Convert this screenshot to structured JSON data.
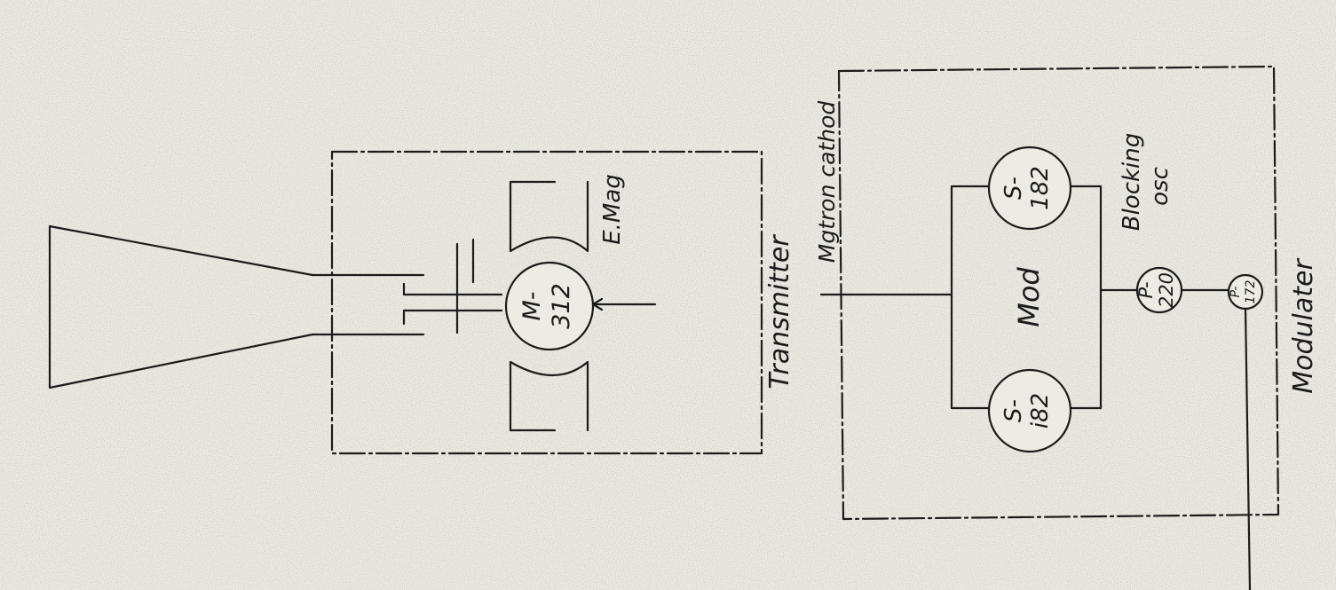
{
  "transmitter": {
    "label": "Transmitter",
    "magnetron": {
      "line1": "M-",
      "line2": "312"
    },
    "magnet_label": "E.Mag"
  },
  "modulator": {
    "label": "Modulater",
    "input_label": "Mgtron cathod",
    "mod_label": "Mod",
    "blocking_label_1": "Blocking",
    "blocking_label_2": "osc",
    "tube_top": {
      "line1": "S-",
      "line2": "182"
    },
    "tube_bottom": {
      "line1": "S-",
      "line2": "i82"
    },
    "tube_osc": {
      "line1": "P-",
      "line2": "220"
    },
    "tube_small": {
      "line1": "P-",
      "line2": "172"
    }
  },
  "colors": {
    "ink": "#1b1b1b",
    "paper": "#ecebe4"
  }
}
